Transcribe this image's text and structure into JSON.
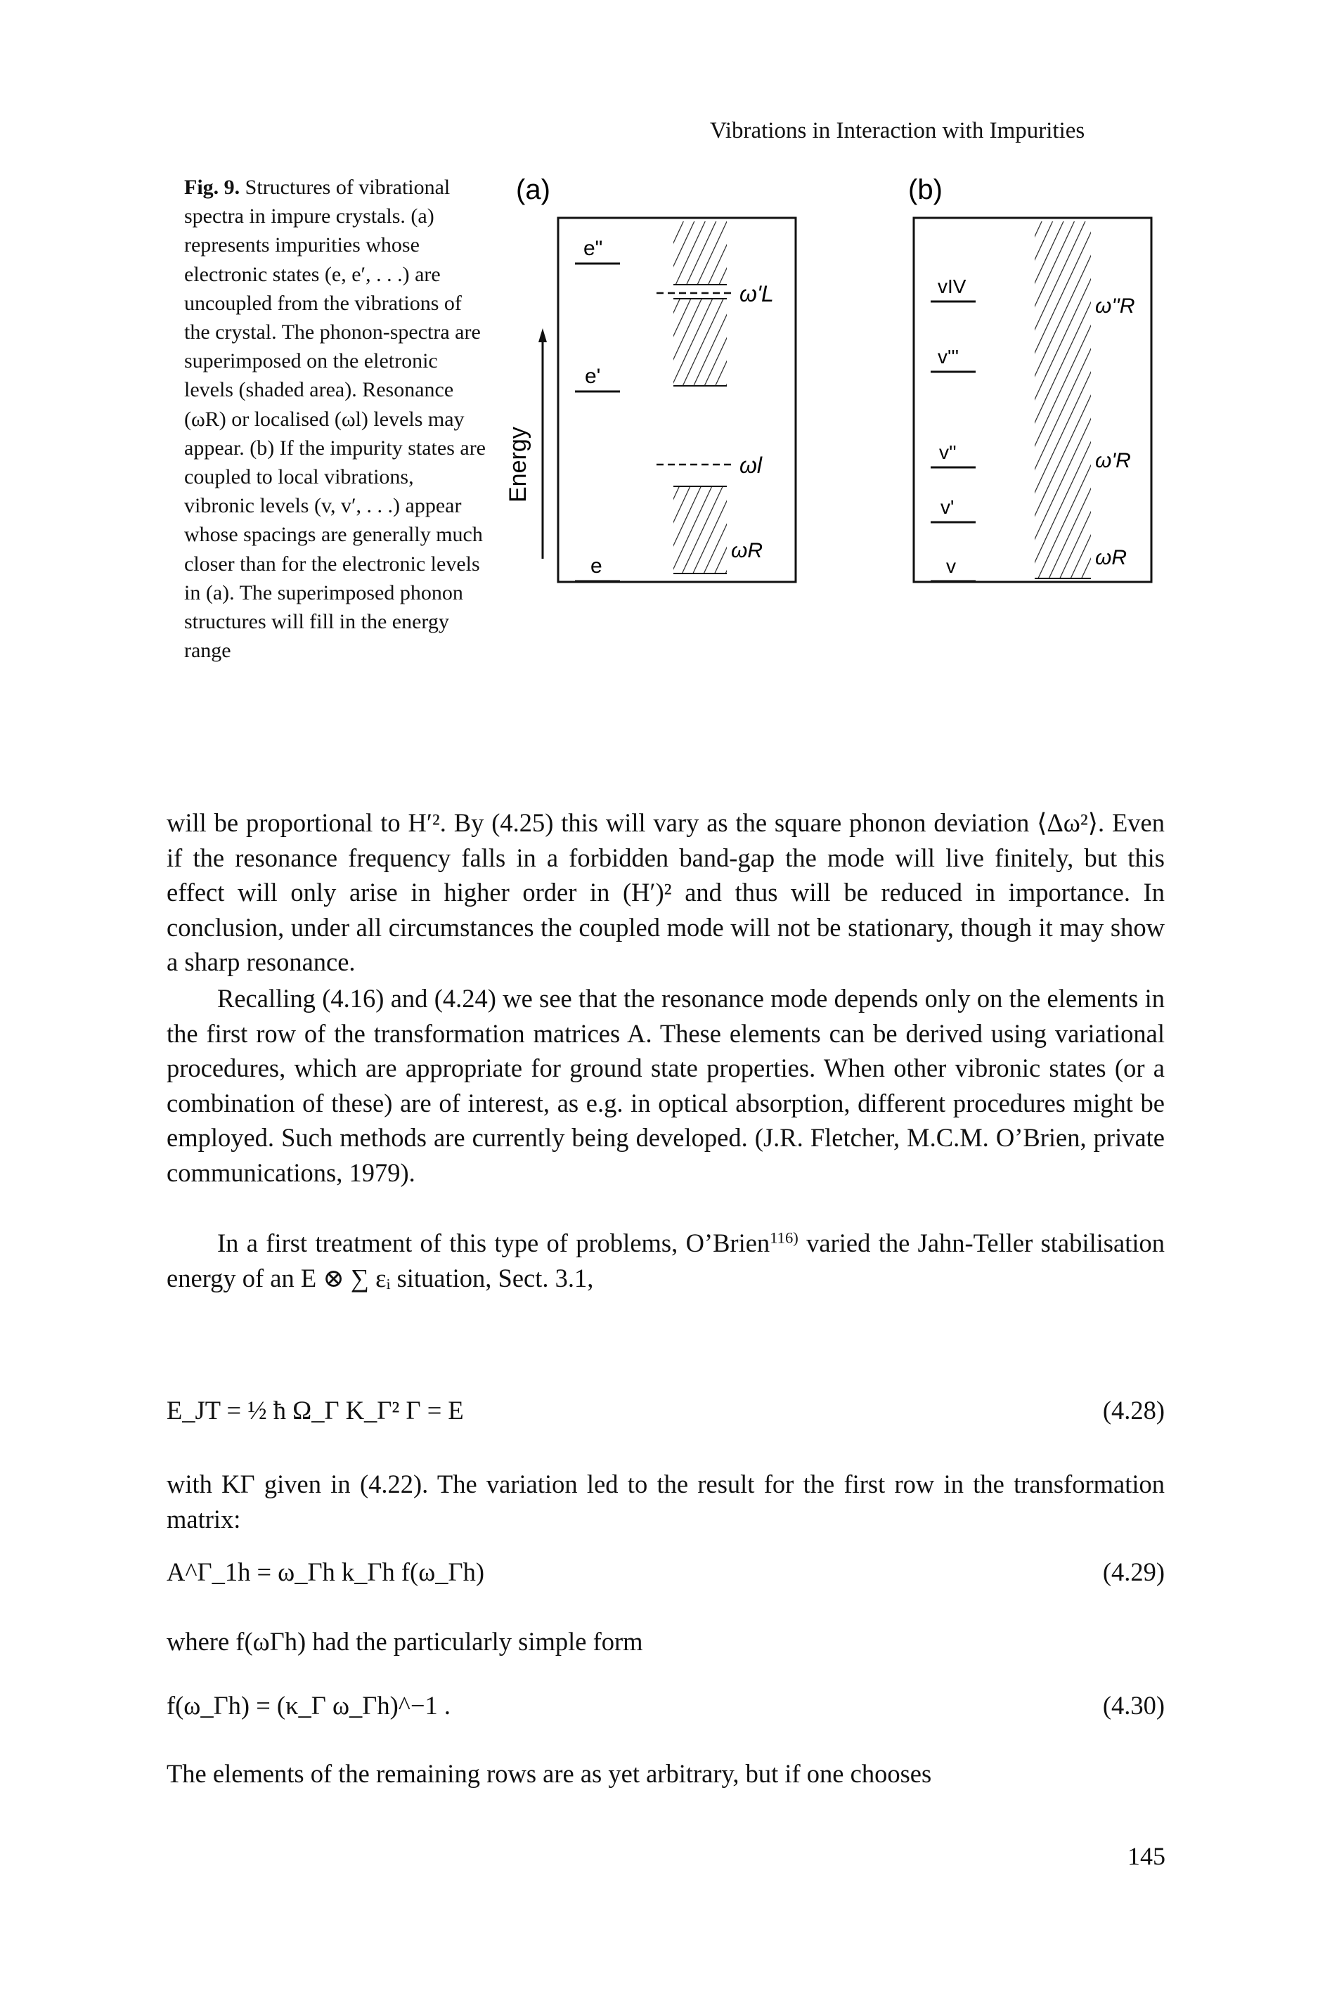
{
  "running_head": "Vibrations in Interaction with Impurities",
  "caption": {
    "label": "Fig. 9.",
    "text": "Structures of vibrational spectra in impure crystals. (a) represents impurities whose electronic states (e, e′, . . .) are uncoupled from the vibrations of the crystal. The phonon-spectra are superimposed on the eletronic levels (shaded area). Resonance (ωR) or localised (ωl) levels may appear. (b) If the impurity states are coupled to local vibrations, vibronic levels (v, v′, . . .) appear whose spacings are generally much closer than for the electronic levels in (a). The superimposed phonon structures will fill in the energy range"
  },
  "figure": {
    "panel_a": {
      "label": "(a)",
      "axis_label": "Energy",
      "levels": [
        "e\"",
        "e'",
        "e"
      ],
      "marks": [
        "ω'L",
        "ωl",
        "ωR"
      ]
    },
    "panel_b": {
      "label": "(b)",
      "levels": [
        "vIV",
        "v'''",
        "v''",
        "v'",
        "v"
      ],
      "marks": [
        "ω''R",
        "ω'R",
        "ωR"
      ]
    }
  },
  "paragraphs": {
    "p1": "will be proportional to H′². By (4.25) this will vary as the square phonon deviation ⟨Δω²⟩. Even if the resonance frequency falls in a forbidden band-gap the mode will live finitely, but this effect will only arise in higher order in (H′)² and thus will be reduced in importance. In conclusion, under all circumstances the coupled mode will not be stationary, though it may show a sharp resonance.",
    "p2": "Recalling (4.16) and (4.24) we see that the resonance mode depends only on the elements in the first row of the transformation matrices A. These elements can be derived using variational procedures, which are appropriate for ground state properties. When other vibronic states (or a combination of these) are of interest, as e.g. in optical absorption, different procedures might be employed. Such methods are currently being developed. (J.R. Fletcher, M.C.M. O’Brien, private communications, 1979).",
    "p3a": "In a first treatment of this type of problems, O’Brien",
    "p3_ref": "116)",
    "p3b": " varied the Jahn-Teller stabilisation energy of an E ⊗ ∑ εᵢ situation, Sect. 3.1,",
    "p4": "with KΓ given in (4.22). The variation led to the result for the first row in the transformation matrix:",
    "p5": "where f(ωΓh) had the particularly simple form",
    "p6": "The elements of the remaining rows are as yet arbitrary, but if one chooses"
  },
  "equations": {
    "eq428_expr": "E_JT = ½ ħ Ω_Γ K_Γ²    Γ = E",
    "eq428_no": "(4.28)",
    "eq429_expr": "A^Γ_1h = ω_Γh k_Γh f(ω_Γh)",
    "eq429_no": "(4.29)",
    "eq430_expr": "f(ω_Γh) = (κ_Γ ω_Γh)^−1 .",
    "eq430_no": "(4.30)"
  },
  "page_number": "145"
}
